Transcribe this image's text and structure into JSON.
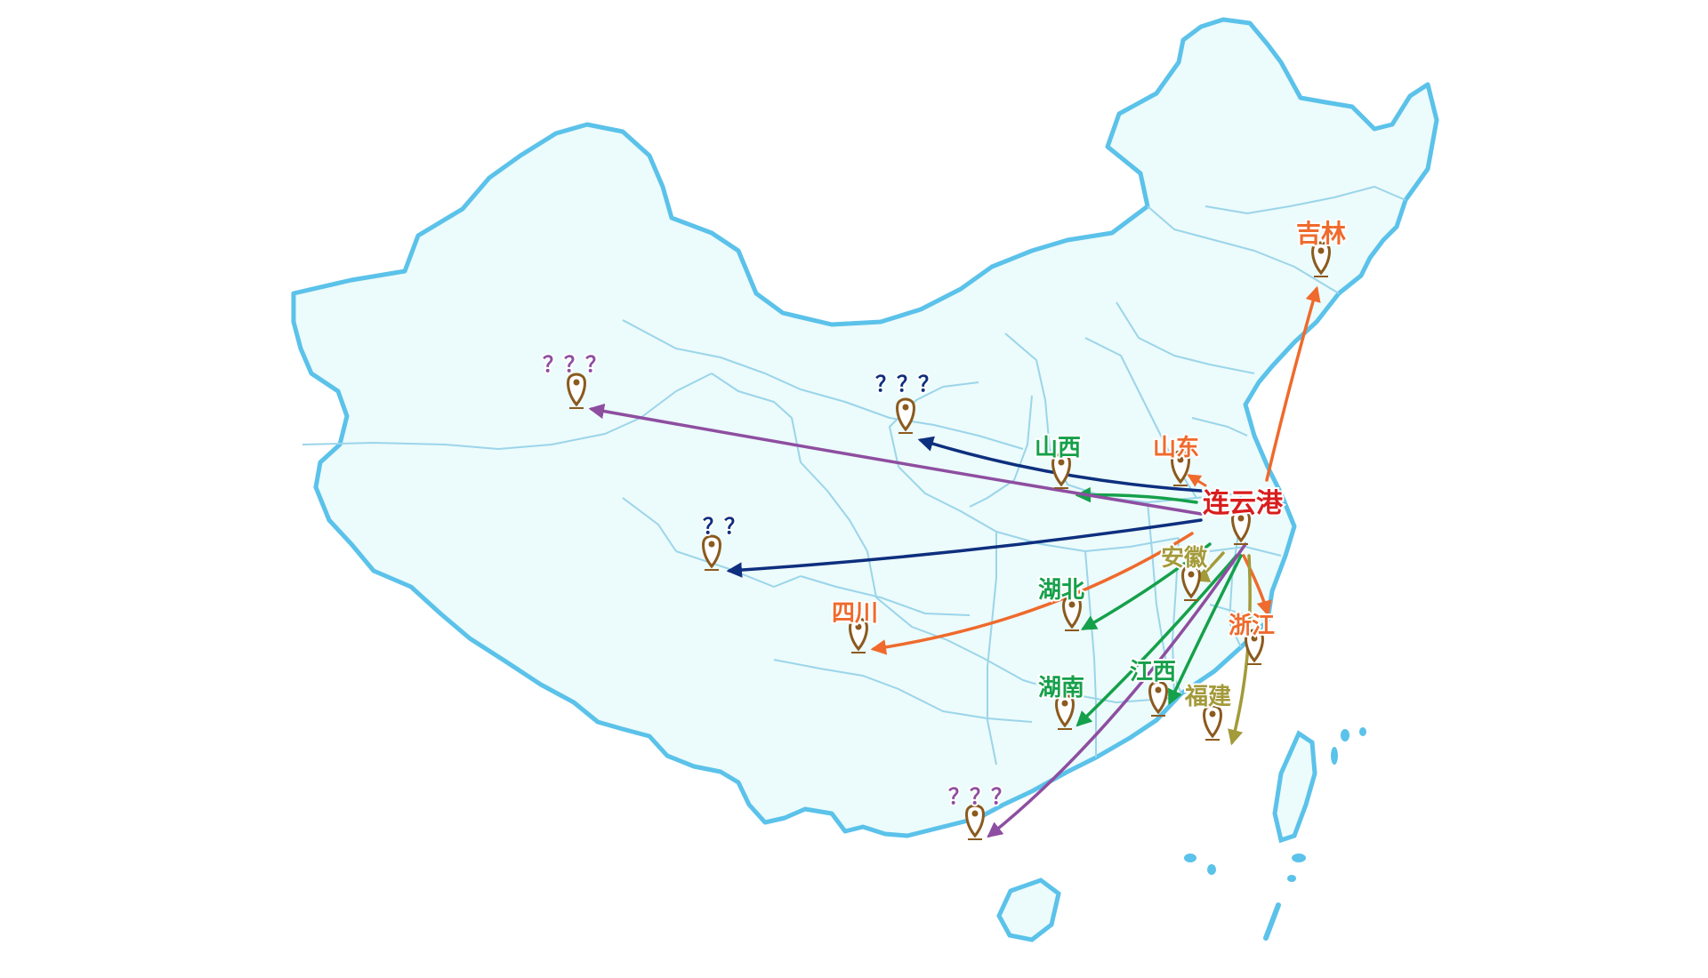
{
  "colors": {
    "land": "#ecfbfb",
    "border": "#5bc2ea",
    "inner_border": "#9bd5ea",
    "pin": "#8b5a1e",
    "orange": "#ef6a2c",
    "green": "#15a04a",
    "purple": "#8e4ea0",
    "navy": "#0d2f7e",
    "olive": "#a39a3a",
    "red": "#d81d1d"
  },
  "origin": {
    "id": "lianyungang",
    "label": "连云港",
    "color": "red"
  },
  "places": [
    {
      "id": "jilin",
      "label": "吉林",
      "color": "orange"
    },
    {
      "id": "shandong",
      "label": "山东",
      "color": "orange"
    },
    {
      "id": "shanxi",
      "label": "山西",
      "color": "green"
    },
    {
      "id": "anhui",
      "label": "安徽",
      "color": "olive"
    },
    {
      "id": "hubei",
      "label": "湖北",
      "color": "green"
    },
    {
      "id": "sichuan",
      "label": "四川",
      "color": "orange"
    },
    {
      "id": "zhejiang",
      "label": "浙江",
      "color": "orange"
    },
    {
      "id": "hunan",
      "label": "湖南",
      "color": "green"
    },
    {
      "id": "jiangxi",
      "label": "江西",
      "color": "green"
    },
    {
      "id": "fujian",
      "label": "福建",
      "color": "olive"
    },
    {
      "id": "xinjiang-unknown",
      "label": "？？？",
      "color": "purple"
    },
    {
      "id": "gansu-unknown",
      "label": "？？？",
      "color": "navy"
    },
    {
      "id": "tibet-unknown",
      "label": "？？",
      "color": "navy"
    },
    {
      "id": "yunnan-unknown",
      "label": "？？？",
      "color": "purple"
    }
  ],
  "routes": [
    {
      "to": "jilin",
      "color": "orange"
    },
    {
      "to": "shandong",
      "color": "orange"
    },
    {
      "to": "shanxi",
      "color": "green"
    },
    {
      "to": "gansu-unknown",
      "color": "navy"
    },
    {
      "to": "xinjiang-unknown",
      "color": "purple"
    },
    {
      "to": "tibet-unknown",
      "color": "navy"
    },
    {
      "to": "sichuan",
      "color": "orange"
    },
    {
      "to": "hubei",
      "color": "green"
    },
    {
      "to": "anhui",
      "color": "olive"
    },
    {
      "to": "zhejiang",
      "color": "orange"
    },
    {
      "to": "hunan",
      "color": "green"
    },
    {
      "to": "jiangxi",
      "color": "green"
    },
    {
      "to": "fujian",
      "color": "olive"
    },
    {
      "to": "yunnan-unknown",
      "color": "purple"
    }
  ]
}
